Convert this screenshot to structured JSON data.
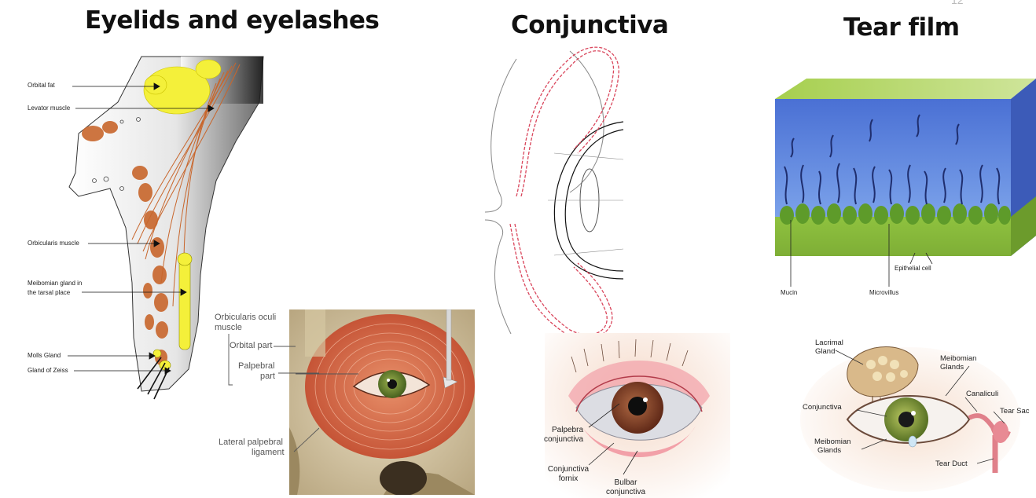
{
  "page_number": "12",
  "sections": {
    "eyelids": {
      "title": "Eyelids and eyelashes",
      "labels": {
        "orbital_fat": "Orbital fat",
        "levator_muscle": "Levator muscle",
        "orbicularis_muscle": "Orbicularis muscle",
        "meibomian_line1": "Meibomian gland in",
        "meibomian_line2": "the tarsal place",
        "molls_gland": "Molls Gland",
        "gland_of_zeiss": "Gland of Zeiss"
      },
      "orbicularis_figure": {
        "title_line1": "Orbicularis oculi",
        "title_line2": "muscle",
        "orbital_part": "Orbital part",
        "palpebral_line1": "Palpebral",
        "palpebral_line2": "part",
        "lateral_line1": "Lateral palpebral",
        "lateral_line2": "ligament"
      }
    },
    "conjunctiva": {
      "title": "Conjunctiva",
      "labels": {
        "palpebra_line1": "Palpebra",
        "palpebra_line2": "conjunctiva",
        "fornix_line1": "Conjunctiva",
        "fornix_line2": "fornix",
        "bulbar_line1": "Bulbar",
        "bulbar_line2": "conjunctiva"
      }
    },
    "tear_film": {
      "title": "Tear film",
      "labels": {
        "epithelial_cell": "Epithelial cell",
        "mucin": "Mucin",
        "microvillus": "Microvillus",
        "lacrimal_line1": "Lacrimal",
        "lacrimal_line2": "Gland",
        "meibomian_line1": "Meibomian",
        "meibomian_line2": "Glands",
        "canaliculi": "Canaliculi",
        "conjunctiva": "Conjunctiva",
        "tear_sac": "Tear Sac",
        "meibomian_lower_line1": "Meibomian",
        "meibomian_lower_line2": "Glands",
        "tear_duct": "Tear Duct"
      }
    }
  },
  "colors": {
    "muscle": "#c8563b",
    "fat_yellow": "#f4f03a",
    "gland_orange": "#c8662c",
    "tear_blue": "#3d63c9",
    "tissue_green": "#8fc23f",
    "iris_green": "#6c8f2e",
    "iris_brown": "#7a3a22",
    "conj_red": "#d9455b"
  }
}
